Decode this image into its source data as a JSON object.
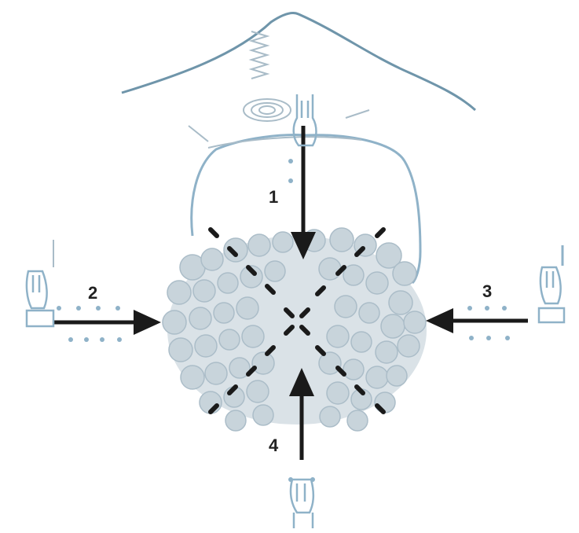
{
  "diagram": {
    "labels": {
      "arrow_top": "1",
      "arrow_left": "2",
      "arrow_right": "3",
      "arrow_bottom": "4"
    },
    "colors": {
      "outline": "#7fa3b8",
      "arrow": "#1a1a1a",
      "texture": "#a9bcc8",
      "dots": "#8fb2c8"
    },
    "icons": [
      "hand-icon-top",
      "hand-icon-left",
      "hand-icon-right",
      "hand-icon-bottom"
    ]
  }
}
